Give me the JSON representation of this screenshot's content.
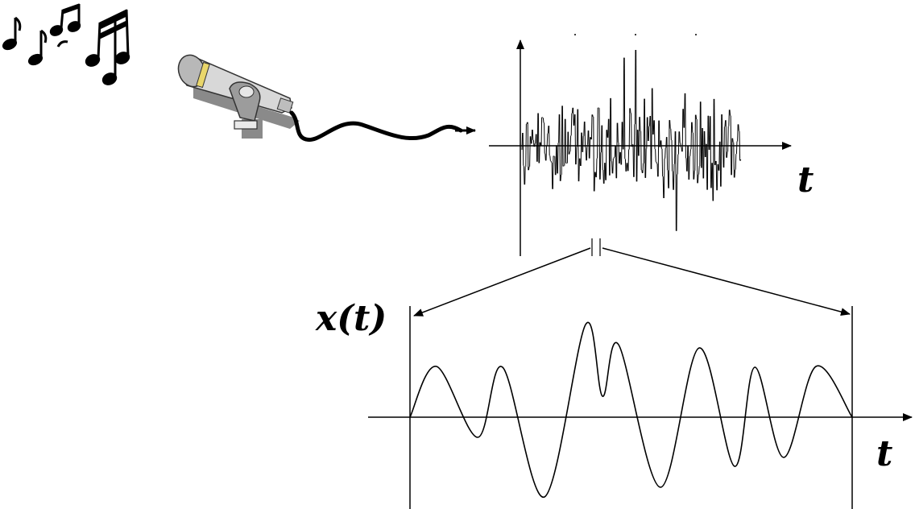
{
  "diagram": {
    "noise_axis_label": "t",
    "signal_label": "x(t)",
    "signal_axis_label": "t"
  },
  "icons": {
    "music": "music-notes-icon",
    "microphone": "microphone-icon",
    "cable": "cable-arrow-icon"
  },
  "colors": {
    "ink": "#000000",
    "mic_body": "#cfcfcf",
    "mic_shadow": "#8a8a8a",
    "mic_ring": "#e9d66b"
  }
}
